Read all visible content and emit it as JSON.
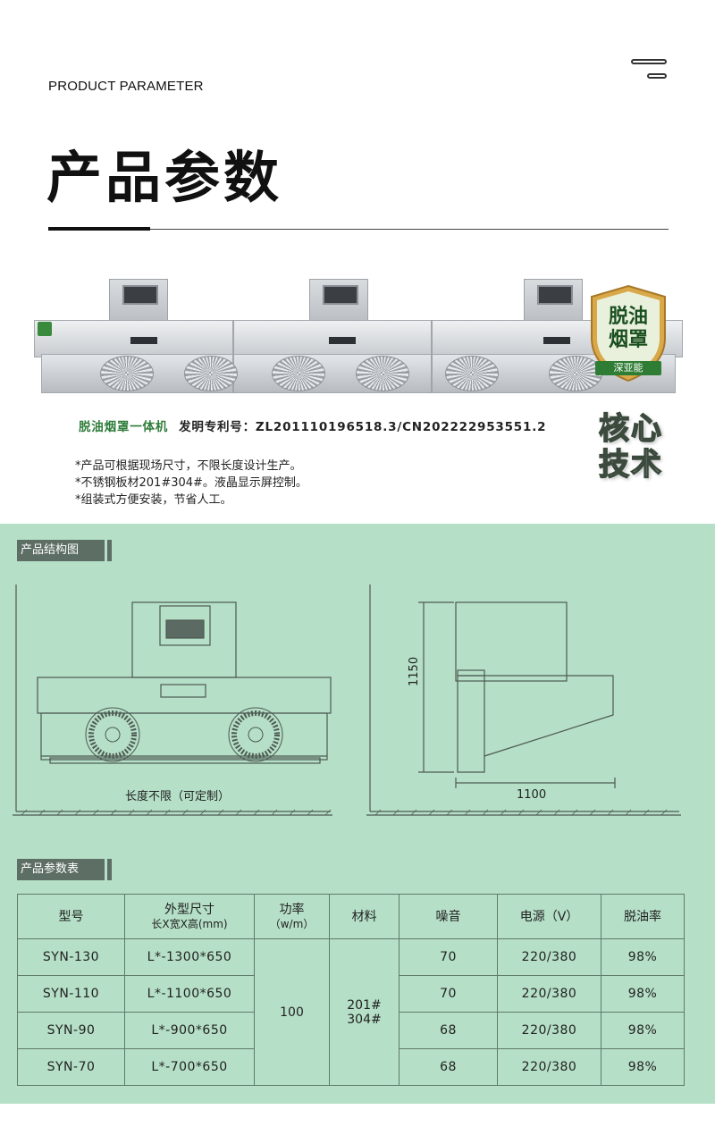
{
  "header": {
    "subtitle": "PRODUCT PARAMETER",
    "title": "产品参数"
  },
  "badge": {
    "title_line1": "脱油",
    "title_line2": "烟罩",
    "brand": "深亚能",
    "core_line1": "核心",
    "core_line2": "技术"
  },
  "patent": {
    "product_name": "脱油烟罩一体机",
    "patent_label": "发明专利号：ZL201110196518.3/CN202222953551.2"
  },
  "notes": [
    "*产品可根据现场尺寸，不限长度设计生产。",
    "*不锈钢板材201#304#。液晶显示屏控制。",
    "*组装式方便安装，节省人工。"
  ],
  "structure": {
    "section_label": "产品结构图",
    "front_caption": "长度不限（可定制）",
    "side_height": "1150",
    "side_width": "1100"
  },
  "param_table": {
    "section_label": "产品参数表",
    "headers": {
      "model": "型号",
      "size_line1": "外型尺寸",
      "size_line2": "长X宽X高(mm)",
      "power_line1": "功率",
      "power_line2": "（w/m）",
      "material": "材料",
      "noise": "噪音",
      "power_supply": "电源（V）",
      "oil_removal": "脱油率"
    },
    "power_value": "100",
    "material_line1": "201#",
    "material_line2": "304#",
    "rows": [
      {
        "model": "SYN-130",
        "size": "L*-1300*650",
        "noise": "70",
        "supply": "220/380",
        "rate": "98%"
      },
      {
        "model": "SYN-110",
        "size": "L*-1100*650",
        "noise": "70",
        "supply": "220/380",
        "rate": "98%"
      },
      {
        "model": "SYN-90",
        "size": "L*-900*650",
        "noise": "68",
        "supply": "220/380",
        "rate": "98%"
      },
      {
        "model": "SYN-70",
        "size": "L*-700*650",
        "noise": "68",
        "supply": "220/380",
        "rate": "98%"
      }
    ]
  }
}
